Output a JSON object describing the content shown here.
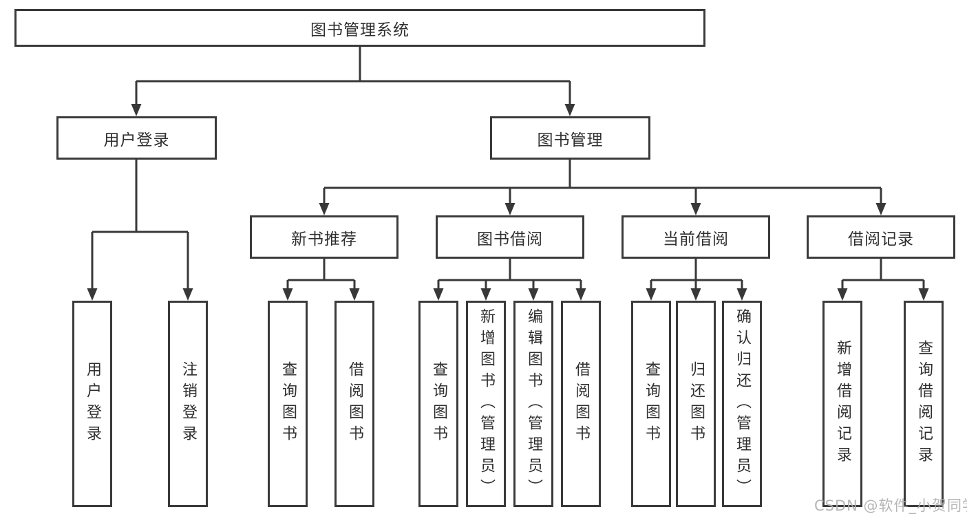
{
  "diagram": {
    "root": {
      "label": "图书管理系统"
    },
    "level2": [
      {
        "label": "用户登录"
      },
      {
        "label": "图书管理"
      }
    ],
    "level3": [
      {
        "label": "新书推荐"
      },
      {
        "label": "图书借阅"
      },
      {
        "label": "当前借阅"
      },
      {
        "label": "借阅记录"
      }
    ],
    "leaf_groups": {
      "user_login": [
        {
          "label": "用户登录"
        },
        {
          "label": "注销登录"
        }
      ],
      "new_book_recommend": [
        {
          "label": "查询图书"
        },
        {
          "label": "借阅图书"
        }
      ],
      "book_borrowing": [
        {
          "label": "查询图书"
        },
        {
          "label": "新增图书（管理员）"
        },
        {
          "label": "编辑图书（管理员）"
        },
        {
          "label": "借阅图书"
        }
      ],
      "current_borrowing": [
        {
          "label": "查询图书"
        },
        {
          "label": "归还图书"
        },
        {
          "label": "确认归还（管理员）"
        }
      ],
      "borrowing_records": [
        {
          "label": "新增借阅记录"
        },
        {
          "label": "查询借阅记录"
        }
      ]
    },
    "watermark": "CSDN @软件_小贺同学",
    "colors": {
      "line": "#383838",
      "text": "#2f2f2f",
      "watermark": "#b0b0b0",
      "background": "#ffffff"
    }
  }
}
